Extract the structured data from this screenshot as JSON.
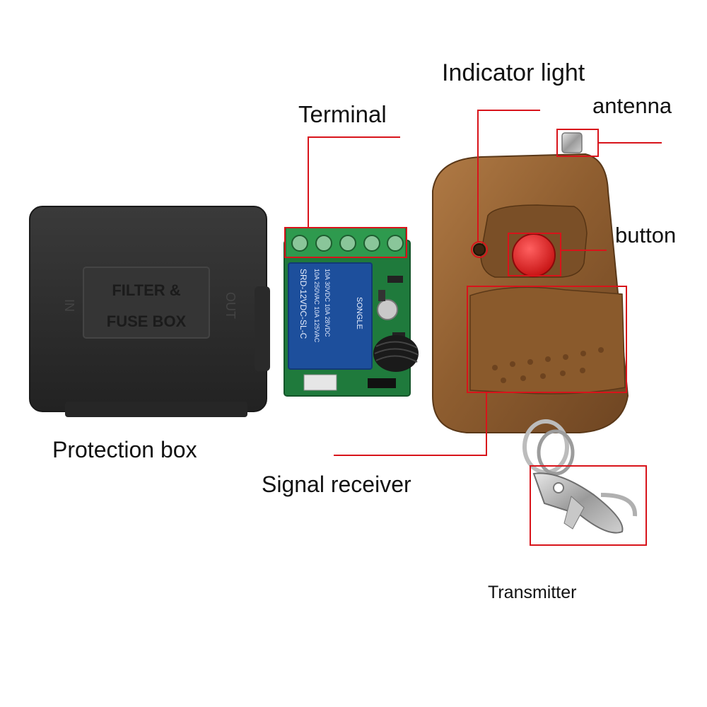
{
  "labels": {
    "indicator_light": "Indicator light",
    "antenna": "antenna",
    "terminal": "Terminal",
    "button": "button",
    "protection_box": "Protection box",
    "signal_receiver": "Signal receiver",
    "transmitter": "Transmitter"
  },
  "box_print": {
    "line1": "FILTER  &",
    "line2": "FUSE  BOX",
    "side_in": "IN",
    "side_out": "OUT"
  },
  "relay_print": {
    "brand": "SONGLE",
    "model": "SRD-12VDC-SL-C",
    "rating_1": "10A 250VAC  10A 125VAC",
    "rating_2": "10A 30VDC   10A 28VDC"
  },
  "colors": {
    "callout_red": "#d8141b",
    "box_body": "#2b2b2b",
    "relay_blue": "#1d4f9c",
    "pcb_green": "#1f7a3c",
    "terminal_green": "#2e9a4e",
    "remote_brown": "#9a6a3a",
    "button_red": "#e02020"
  }
}
